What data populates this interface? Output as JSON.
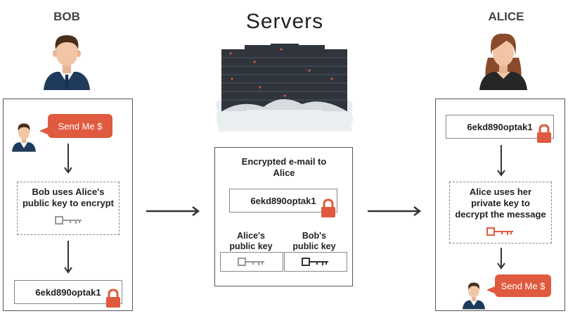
{
  "bob": {
    "title": "BOB",
    "bubble_message": "Send Me $",
    "step_text": "Bob uses Alice's public key to encrypt",
    "cipher_text": "6ekd890optak1"
  },
  "servers": {
    "title": "Servers",
    "panel_title": "Encrypted e-mail to Alice",
    "cipher_text": "6ekd890optak1",
    "key_labels": [
      "Alice's public key",
      "Bob's public key"
    ]
  },
  "alice": {
    "title": "ALICE",
    "cipher_text": "6ekd890optak1",
    "step_text": "Alice uses her private key to decrypt the message",
    "bubble_message": "Send Me $"
  },
  "colors": {
    "accent": "#e05a3f",
    "suit": "#1f3a5a",
    "hair_bob": "#4a2e1c",
    "hair_alice": "#8a4a2c"
  },
  "icons": [
    "bob-avatar-icon",
    "alice-avatar-icon",
    "server-rack-icon",
    "key-icon",
    "padlock-icon",
    "arrow-icon"
  ]
}
